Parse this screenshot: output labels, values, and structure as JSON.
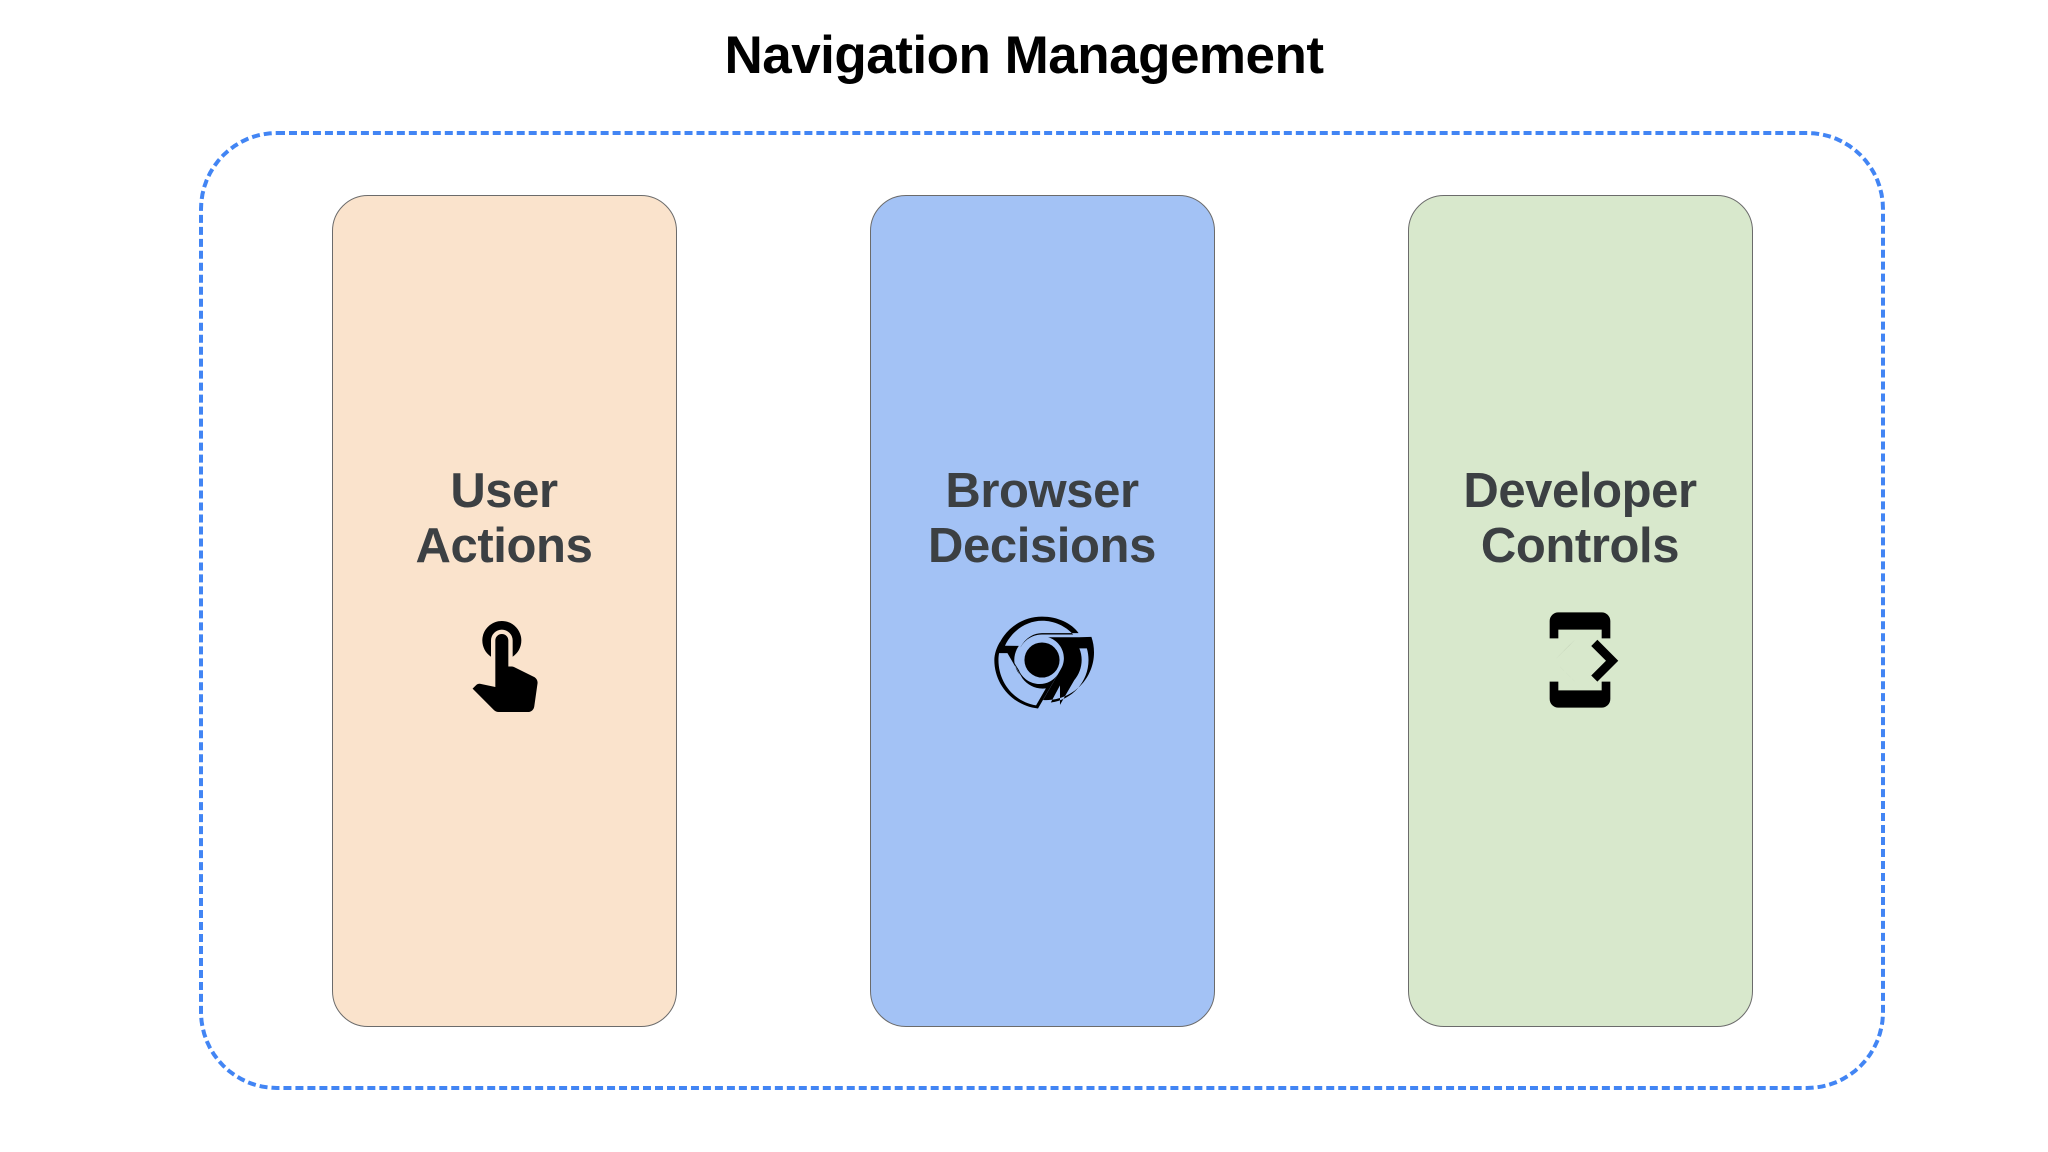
{
  "diagram": {
    "title": "Navigation Management",
    "title_color": "#000000",
    "background": "#ffffff",
    "container": {
      "border_style": "dashed",
      "border_color": "#4285f4"
    },
    "cards": [
      {
        "title": "User\nActions",
        "title_line1": "User",
        "title_line2": "Actions",
        "fill": "#fae3cc",
        "border_color": "#6b6b6b",
        "text_color": "#3c4043",
        "icon": "touch-app-icon",
        "icon_color": "#000000"
      },
      {
        "title": "Browser\nDecisions",
        "title_line1": "Browser",
        "title_line2": "Decisions",
        "fill": "#a3c2f5",
        "border_color": "#6b6b6b",
        "text_color": "#3c4043",
        "icon": "chrome-browser-icon",
        "icon_color": "#000000"
      },
      {
        "title": "Developer\nControls",
        "title_line1": "Developer",
        "title_line2": "Controls",
        "fill": "#d8e8cc",
        "border_color": "#6b6b6b",
        "text_color": "#3c4043",
        "icon": "developer-mode-icon",
        "icon_color": "#000000"
      }
    ]
  }
}
